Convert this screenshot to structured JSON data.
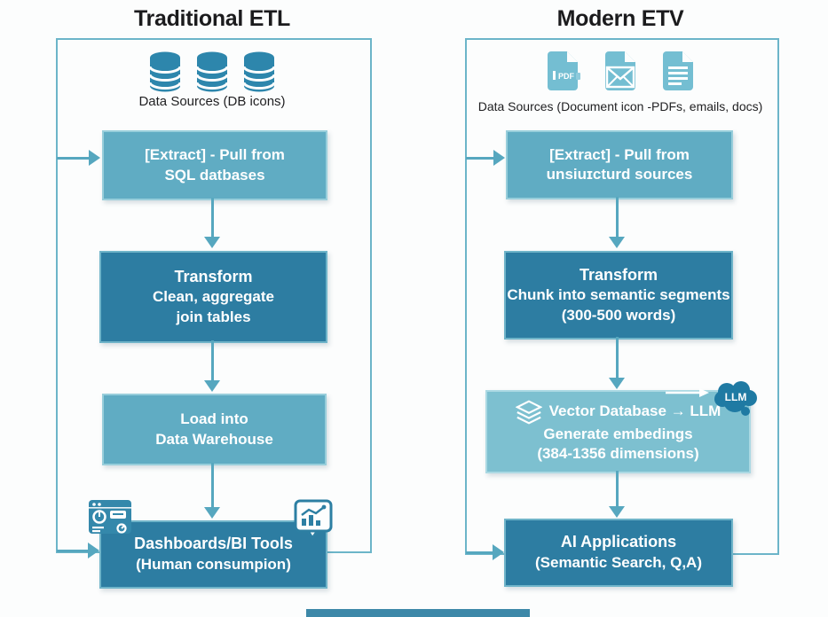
{
  "left": {
    "title": "Traditional ETL",
    "sources_caption": "Data Sources (DB icons)",
    "extract": {
      "lines": [
        "[Extract] - Pull from",
        "SQL datbases"
      ]
    },
    "transform": {
      "lines": [
        "Transform",
        "Clean, aggregate",
        "join tables"
      ]
    },
    "load": {
      "lines": [
        "Load into",
        "Data Warehouse"
      ]
    },
    "output": {
      "lines": [
        "Dashboards/BI Tools",
        "(Human consumpion)"
      ]
    }
  },
  "right": {
    "title": "Modern ETV",
    "sources_caption": "Data Sources (Document icon -PDFs, emails, docs)",
    "extract": {
      "lines": [
        "[Extract] - Pull from",
        "unsiuɪcturd sources"
      ]
    },
    "transform": {
      "lines": [
        "Transform",
        "Chunk into semantic segments",
        "(300-500 words)"
      ]
    },
    "vector": {
      "lines": [
        "Vector Database → LLM",
        "Generate embedings",
        "(384-1356 dimensions)"
      ]
    },
    "output": {
      "lines": [
        "AI Applications",
        "(Semantic Search, Q,A)"
      ]
    },
    "llm_badge": "LLM",
    "pdf_icon_label": "PDF"
  },
  "icons": {
    "database": "database-cylinder",
    "pdf": "pdf-document",
    "email": "email-document",
    "doc": "text-document",
    "layers": "vector-layers",
    "dashboard": "dashboard-window",
    "chart": "chart-bubble",
    "llm": "llm-brain"
  },
  "colors": {
    "box_medium": "#60acc3",
    "box_dark": "#2d7da2",
    "box_light": "#7dc0d0",
    "outline": "#6cb5c9",
    "arrow": "#56a7bf",
    "db_icon": "#2d86ac",
    "doc_icon": "#74bed2",
    "badge_dark": "#1f7aa3",
    "title_text": "#1b1b1d"
  }
}
